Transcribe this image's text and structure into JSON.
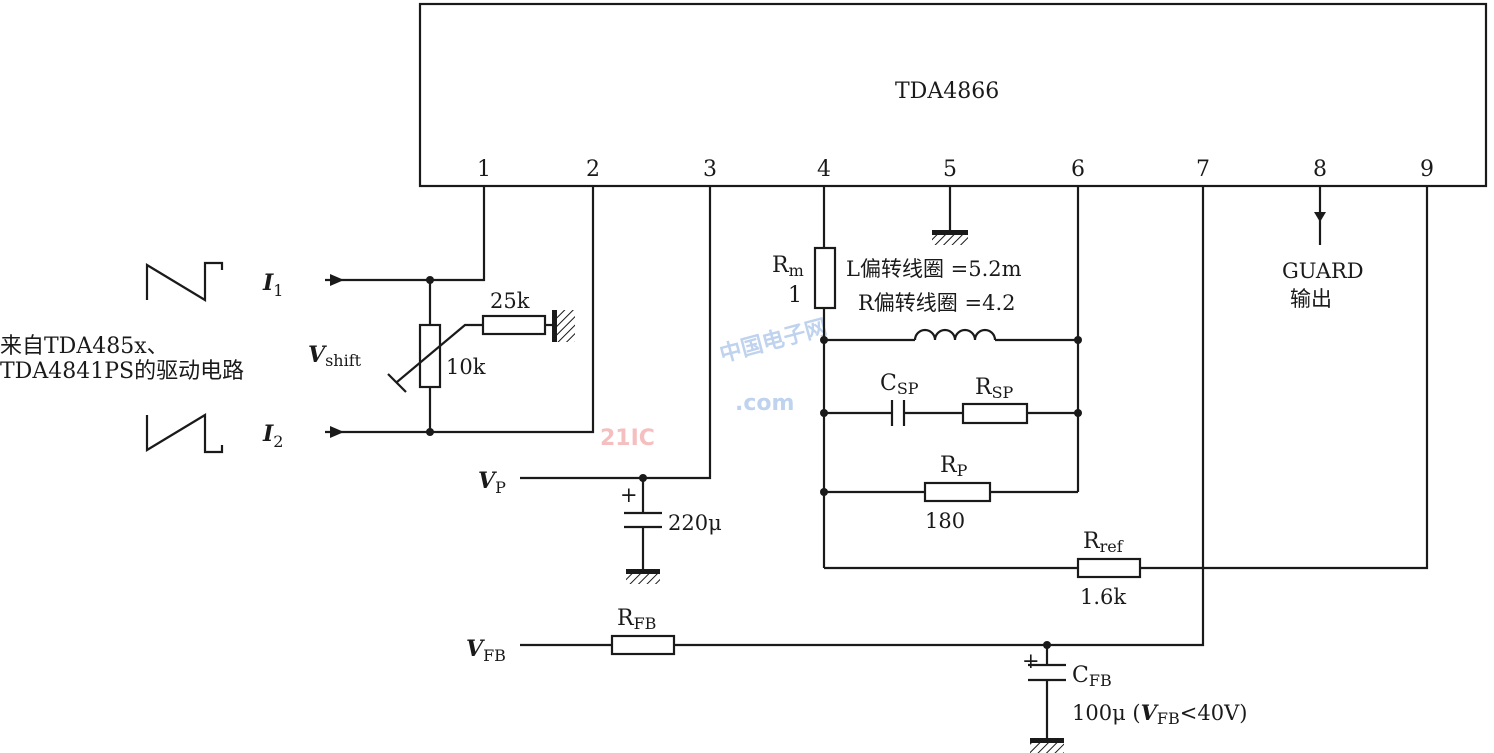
{
  "chip": {
    "name": "TDA4866",
    "pins": [
      "1",
      "2",
      "3",
      "4",
      "5",
      "6",
      "7",
      "8",
      "9"
    ]
  },
  "inputs": {
    "source_line1": "来自TDA485x、",
    "source_line2": "TDA4841PS的驱动电路",
    "i1": "I",
    "i1_sub": "1",
    "i2": "I",
    "i2_sub": "2",
    "vshift": "V",
    "vshift_sub": "shift",
    "pot_value": "10k",
    "r25k": "25k"
  },
  "supply": {
    "vp": "V",
    "vp_sub": "P",
    "cap_value": "220μ",
    "plus": "+"
  },
  "deflection": {
    "rm": "R",
    "rm_sub": "m",
    "rm_value": "1",
    "l_text": "L偏转线圈 =5.2m",
    "r_text": "R偏转线圈 =4.2",
    "csp": "C",
    "csp_sub": "SP",
    "rsp": "R",
    "rsp_sub": "SP",
    "rp": "R",
    "rp_sub": "P",
    "rp_value": "180",
    "rref": "R",
    "rref_sub": "ref",
    "rref_value": "1.6k"
  },
  "guard": {
    "line1": "GUARD",
    "line2": "输出"
  },
  "feedback": {
    "vfb": "V",
    "vfb_sub": "FB",
    "rfb": "R",
    "rfb_sub": "FB",
    "cfb": "C",
    "cfb_sub": "FB",
    "cfb_value": "100μ (",
    "cfb_v": "V",
    "cfb_v_sub": "FB",
    "cfb_cond": "<40V)",
    "plus": "+"
  },
  "watermark": {
    "logo": "21IC",
    "suffix": ".com",
    "cn": "中国电子网"
  }
}
